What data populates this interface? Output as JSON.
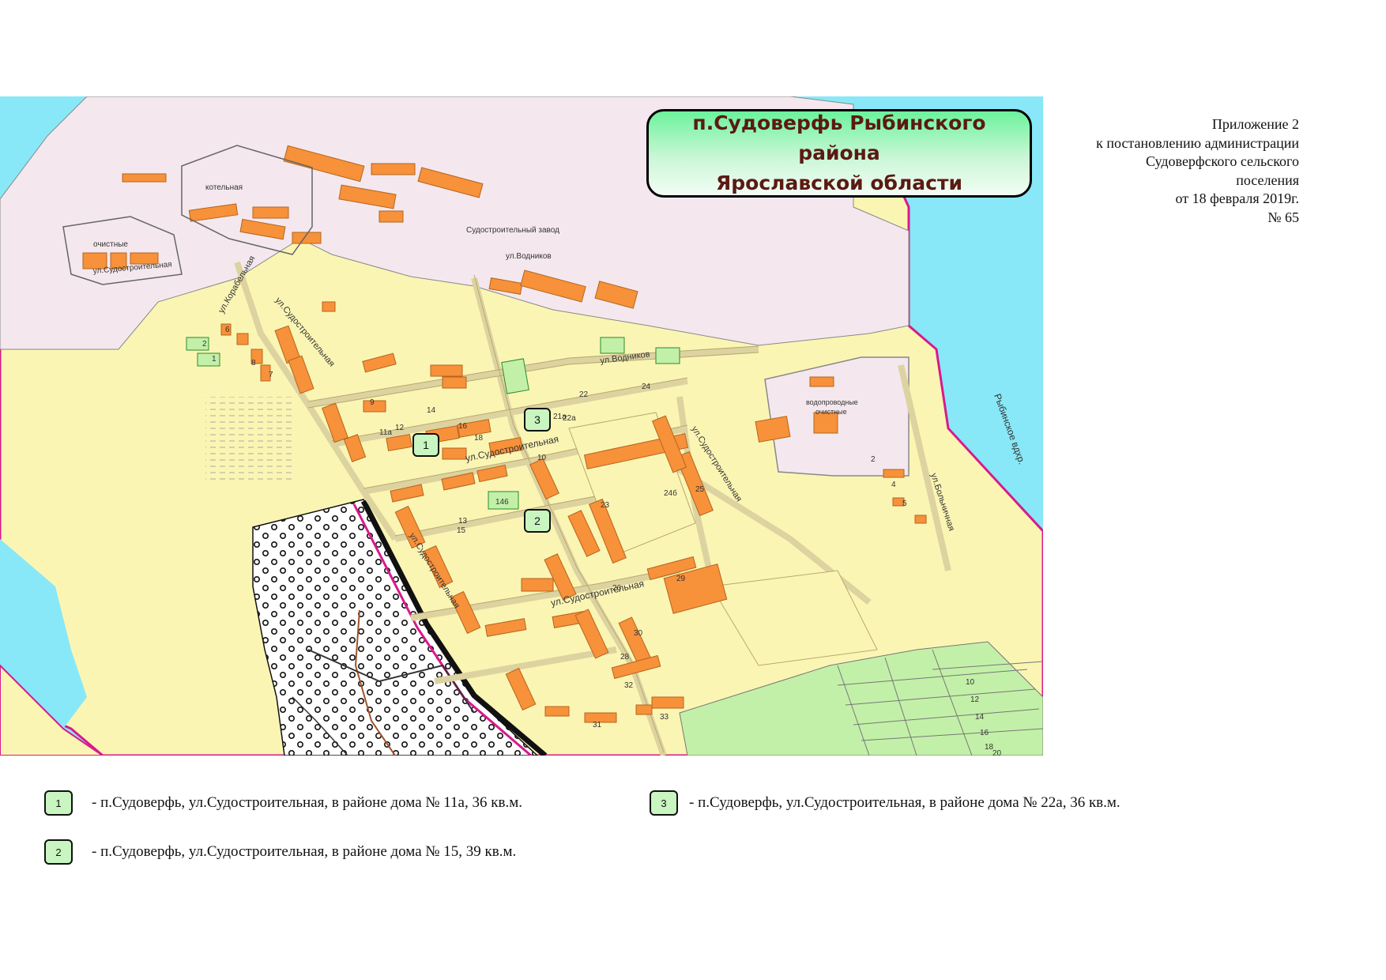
{
  "map": {
    "title_line1": "п.Судоверфь Рыбинского района",
    "title_line2": "Ярославской области",
    "labels": {
      "boiler": "котельная",
      "treatment": "очистные",
      "shipyard": "Судостроительный завод",
      "water_treatment_line1": "водопроводные",
      "water_treatment_line2": "очистные",
      "reservoir": "Рыбинское вдхр."
    },
    "streets": {
      "sudostroitelnaya_1": "ул.Судостроительная",
      "sudostroitelnaya_2": "ул.Судостроительная",
      "sudostroitelnaya_3": "ул.Судостроительная",
      "sudostroitelnaya_4": "ул.Судостроительная",
      "sudostroitelnaya_5": "ул.Судостроительная",
      "sudostroitelnaya_6": "ул.Судостроительная",
      "vodnikov_1": "ул.Водников",
      "vodnikov_2": "ул.Водников",
      "korabelnaya": "ул.Корабельная",
      "bolnichnaya": "ул.Больничная"
    },
    "house_numbers": [
      "2",
      "1",
      "6",
      "8",
      "7",
      "9",
      "11а",
      "12",
      "14",
      "16",
      "18",
      "10",
      "13",
      "15",
      "146",
      "21а",
      "22",
      "22а",
      "24",
      "24б",
      "23",
      "25",
      "26",
      "28",
      "29",
      "30",
      "31",
      "32",
      "33",
      "10",
      "12",
      "14",
      "16",
      "18",
      "20",
      "4",
      "5",
      "2"
    ],
    "markers": [
      "1",
      "2",
      "3"
    ]
  },
  "appendix": {
    "line1": "Приложение 2",
    "line2": "к постановлению администрации",
    "line3": "Судоверфского сельского",
    "line4": "поселения",
    "line5": "от 18 февраля  2019г.",
    "line6": "№ 65"
  },
  "legend": [
    {
      "num": "1",
      "text": "- п.Судоверфь, ул.Судостроительная, в районе дома № 11а, 36 кв.м."
    },
    {
      "num": "2",
      "text": "- п.Судоверфь, ул.Судостроительная, в районе дома № 15,  39 кв.м."
    },
    {
      "num": "3",
      "text": "- п.Судоверфь, ул.Судостроительная, в районе дома № 22а, 36 кв.м."
    }
  ],
  "colors": {
    "water": "#88e8f8",
    "residential": "#fbf5b4",
    "industrial": "#f4e8ee",
    "building": "#f7913a",
    "forest": "#ffffff",
    "garden": "#c3f0a8",
    "boundary": "#d81a8c",
    "road": "#dcd3a0",
    "marker": "#c8f5c0"
  }
}
